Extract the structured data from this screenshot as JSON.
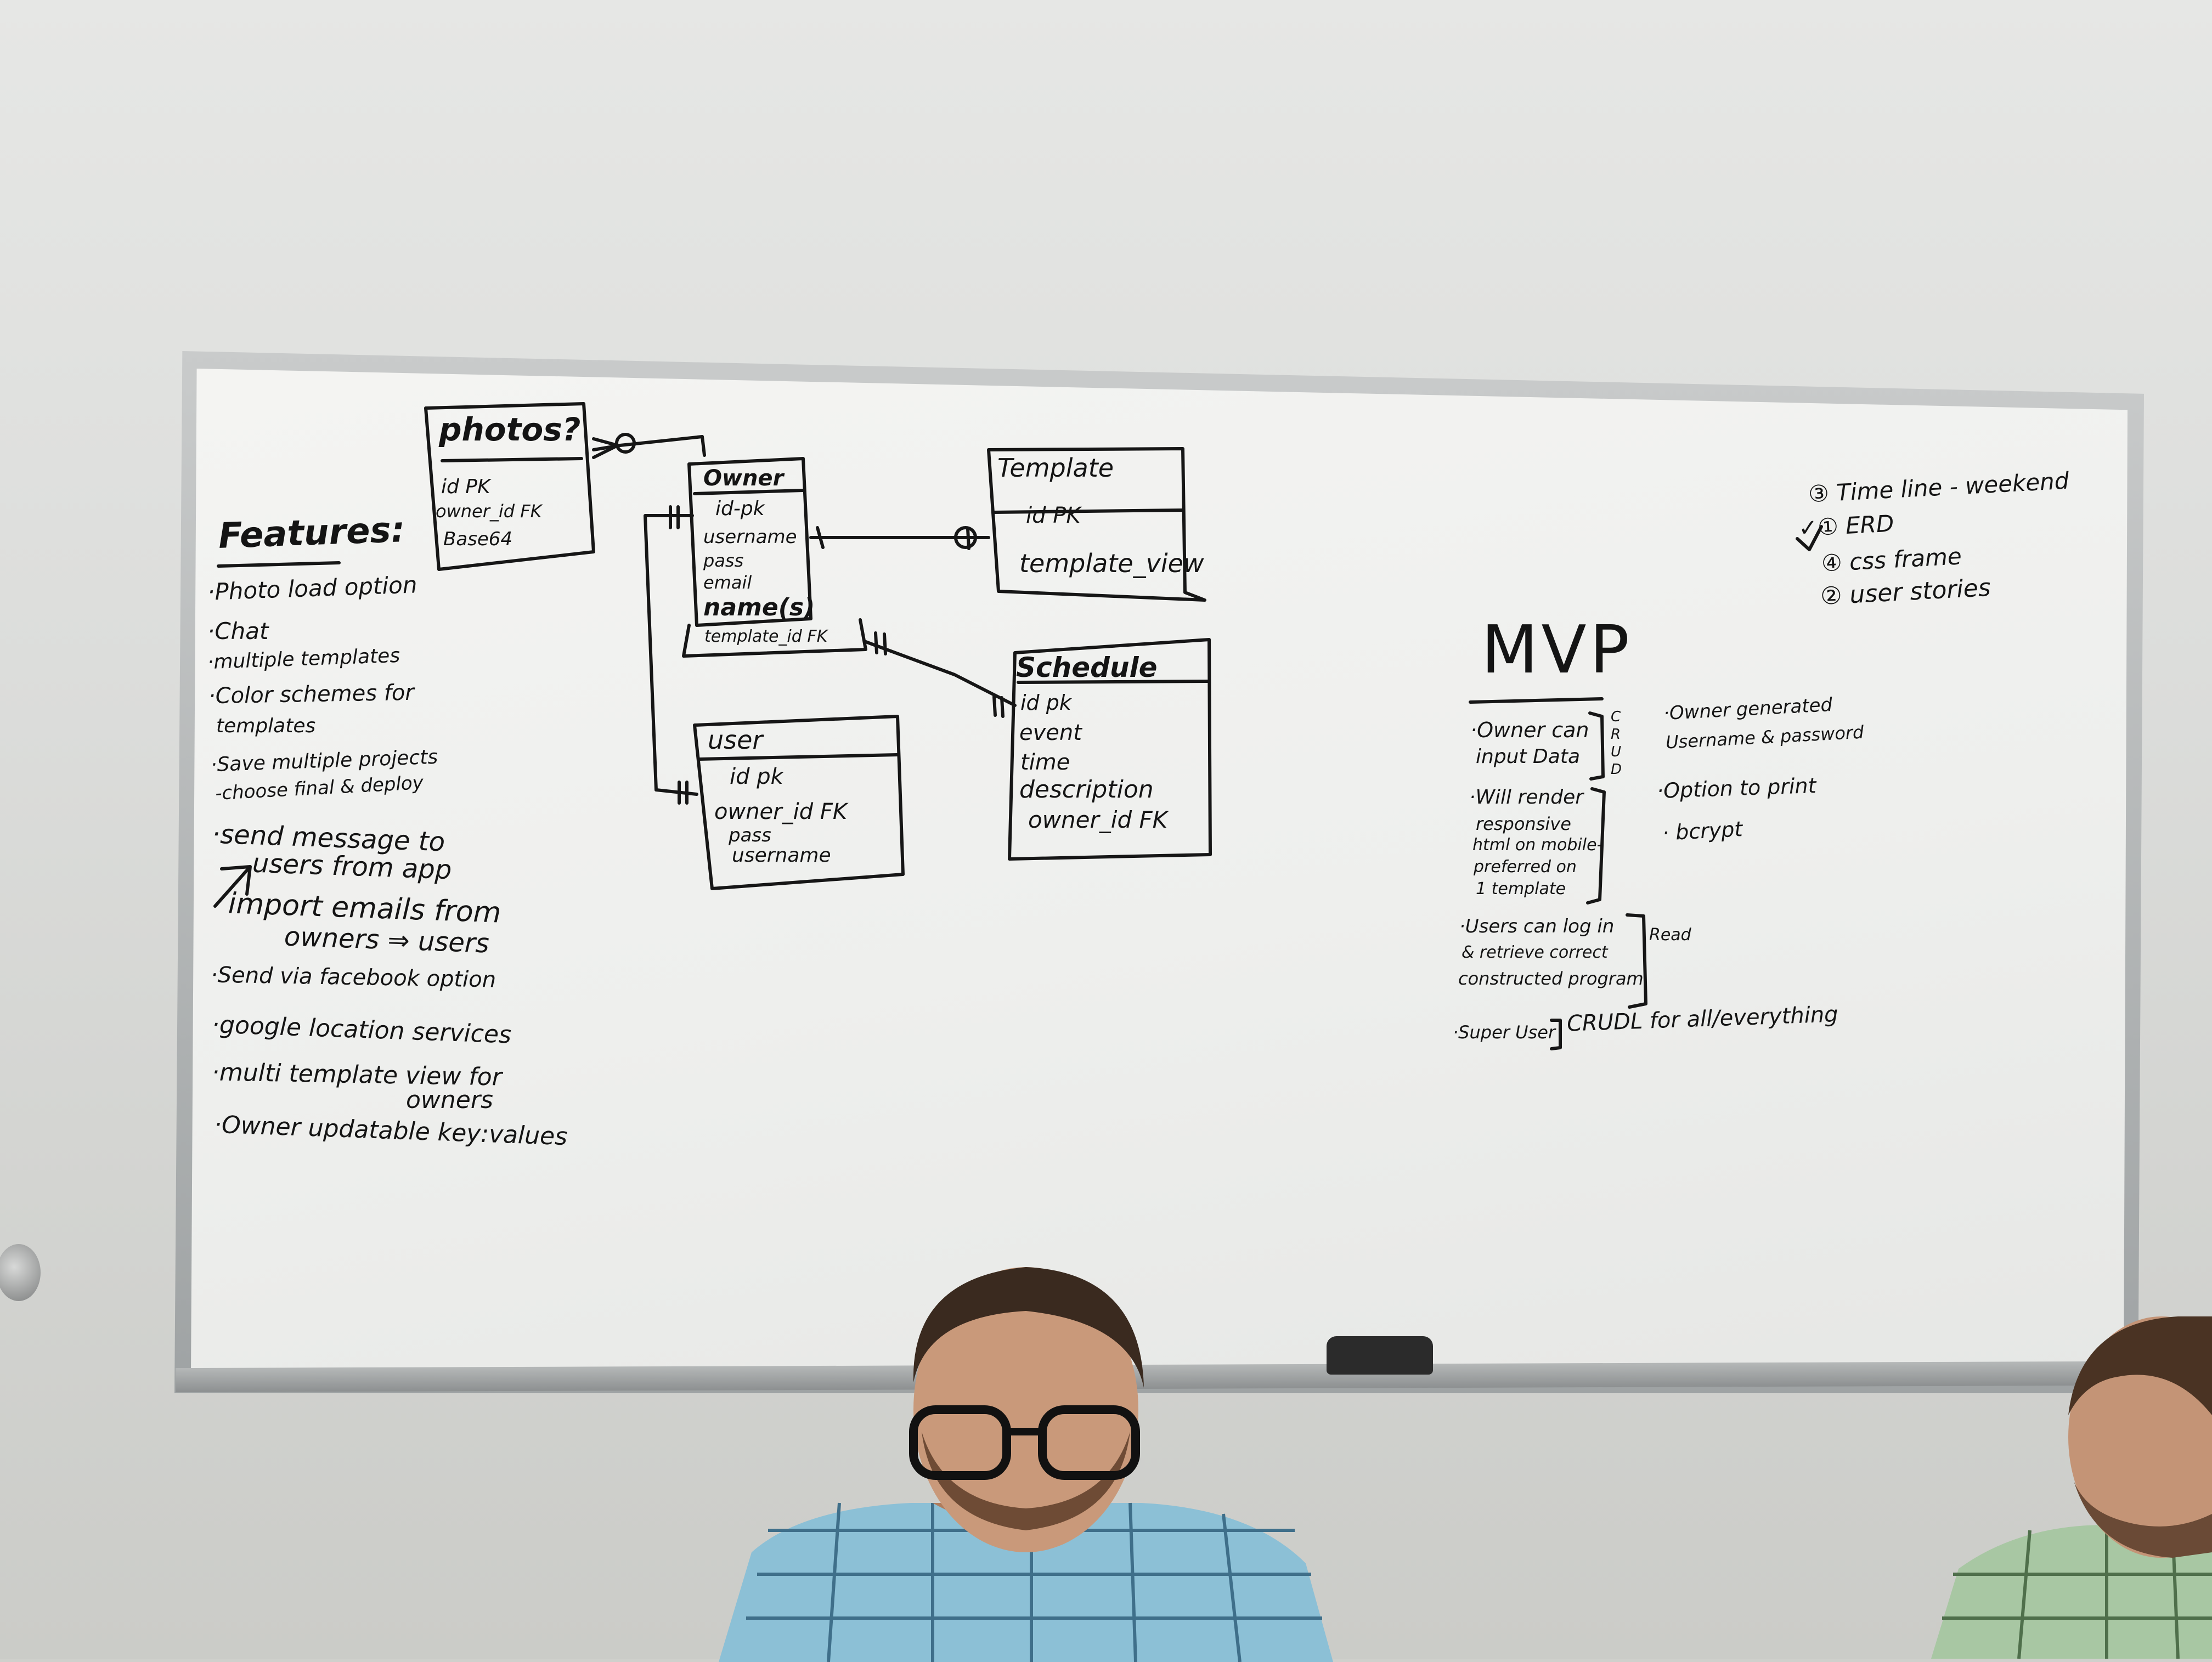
{
  "features": {
    "title": "Features:",
    "items": [
      "·Photo load option",
      "·Chat",
      "·multiple templates",
      "·Color schemes for",
      "templates",
      "·Save multiple projects",
      "-choose final & deploy",
      "·send message to",
      "users from app",
      "import emails from",
      "owners ⇒ users",
      "·Send via facebook option",
      "·google location services",
      "·multi template view for",
      "owners",
      "·Owner updatable key:values"
    ]
  },
  "erd": {
    "photos": {
      "title": "photos?",
      "fields": [
        "id     PK",
        "owner_id FK",
        "Base64"
      ]
    },
    "owner": {
      "title": "Owner",
      "fields": [
        "id-pk",
        "username",
        "pass",
        "email",
        "name(s)",
        "template_id FK"
      ]
    },
    "template": {
      "title": "Template",
      "fields": [
        "id          PK",
        "template_view"
      ]
    },
    "user": {
      "title": "user",
      "fields": [
        "id       pk",
        "owner_id FK",
        "pass",
        "username"
      ]
    },
    "schedule": {
      "title": "Schedule",
      "fields": [
        "id        pk",
        "event",
        "time",
        "description",
        "owner_id FK"
      ]
    }
  },
  "todo": {
    "items": [
      "③ Time line - weekend",
      "✓① ERD",
      "④ css frame",
      "② user stories"
    ]
  },
  "mvp": {
    "title": "MVP",
    "left": [
      "·Owner can",
      "input Data",
      "·Will render",
      "responsive",
      "html on mobile-",
      "preferred on",
      "1 template",
      "·Users can log in",
      "& retrieve correct",
      "constructed program",
      "·Super User"
    ],
    "crud_letters": [
      "C",
      "R",
      "U",
      "D"
    ],
    "read_label": "Read",
    "crudl_text": "CRUDL for all/everything",
    "right": [
      "·Owner generated",
      "Username & password",
      "·Option to print",
      "· bcrypt"
    ]
  },
  "colors": {
    "ink": "#161616",
    "board": "#f1f1ef",
    "frame": "#a9acad",
    "wall": "#dcdddb",
    "shirt_left": "#7fb3c8",
    "shirt_right": "#9fbf9a",
    "hair": "#3a2a1f",
    "skin": "#c89b7d"
  }
}
